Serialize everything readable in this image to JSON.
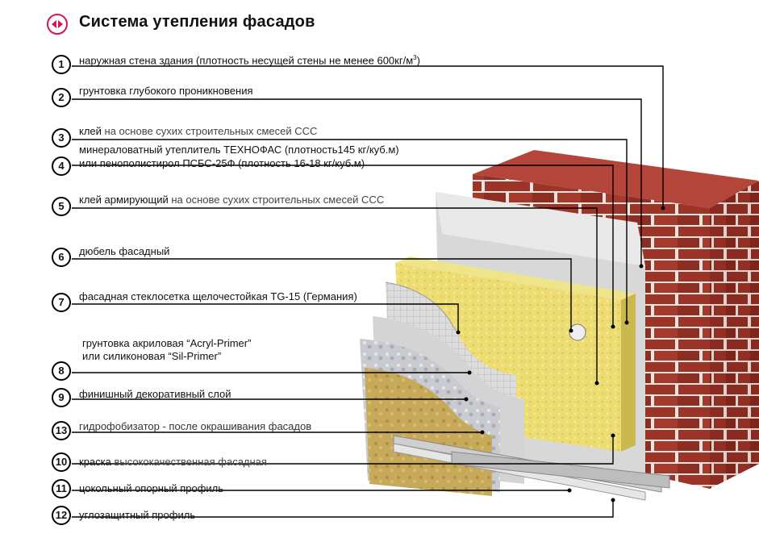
{
  "title": "Система утепления фасадов",
  "logo_icon": "double-arrow-logo-icon",
  "accent_color": "#d4145a",
  "layers": [
    {
      "num": "1",
      "main": "наружная стена здания (плотность несущей стены не менее 600кг/м",
      "sup": "3",
      "tail": ")"
    },
    {
      "num": "2",
      "main": "грунтовка   глубокого проникновения"
    },
    {
      "num": "3",
      "main": "клей",
      "sub": " на основе сухих строительных смесей ССС"
    },
    {
      "num": "4",
      "line1": "минераловатный утеплитель ТЕХНОФАС (плотность145 кг/куб.м)",
      "line2": "или пенополистирол ПСБС-25Ф (плотность 16-18 кг/куб.м)"
    },
    {
      "num": "5",
      "main": "клей армирующий",
      "sub": " на основе сухих строительных смесей ССС"
    },
    {
      "num": "6",
      "main": "дюбель фасадный"
    },
    {
      "num": "7",
      "main": "фасадная стеклосетка щелочестойкая TG-15 (Германия)"
    },
    {
      "num": "",
      "line1": "грунтовка акриловая “Acryl-Primer”",
      "line2": "или силиконовая “Sil-Primer”"
    },
    {
      "num": "8"
    },
    {
      "num": "9",
      "main": "финишный декоративный слой"
    },
    {
      "num": "13",
      "main": "гидрофобизатор - после окрашивания фасадов"
    },
    {
      "num": "10",
      "main": "краска",
      "sub": " высококачественная фасадная"
    },
    {
      "num": "11",
      "main": "цокольный опорный профиль"
    },
    {
      "num": "12",
      "main": "углозащитный профиль"
    }
  ]
}
